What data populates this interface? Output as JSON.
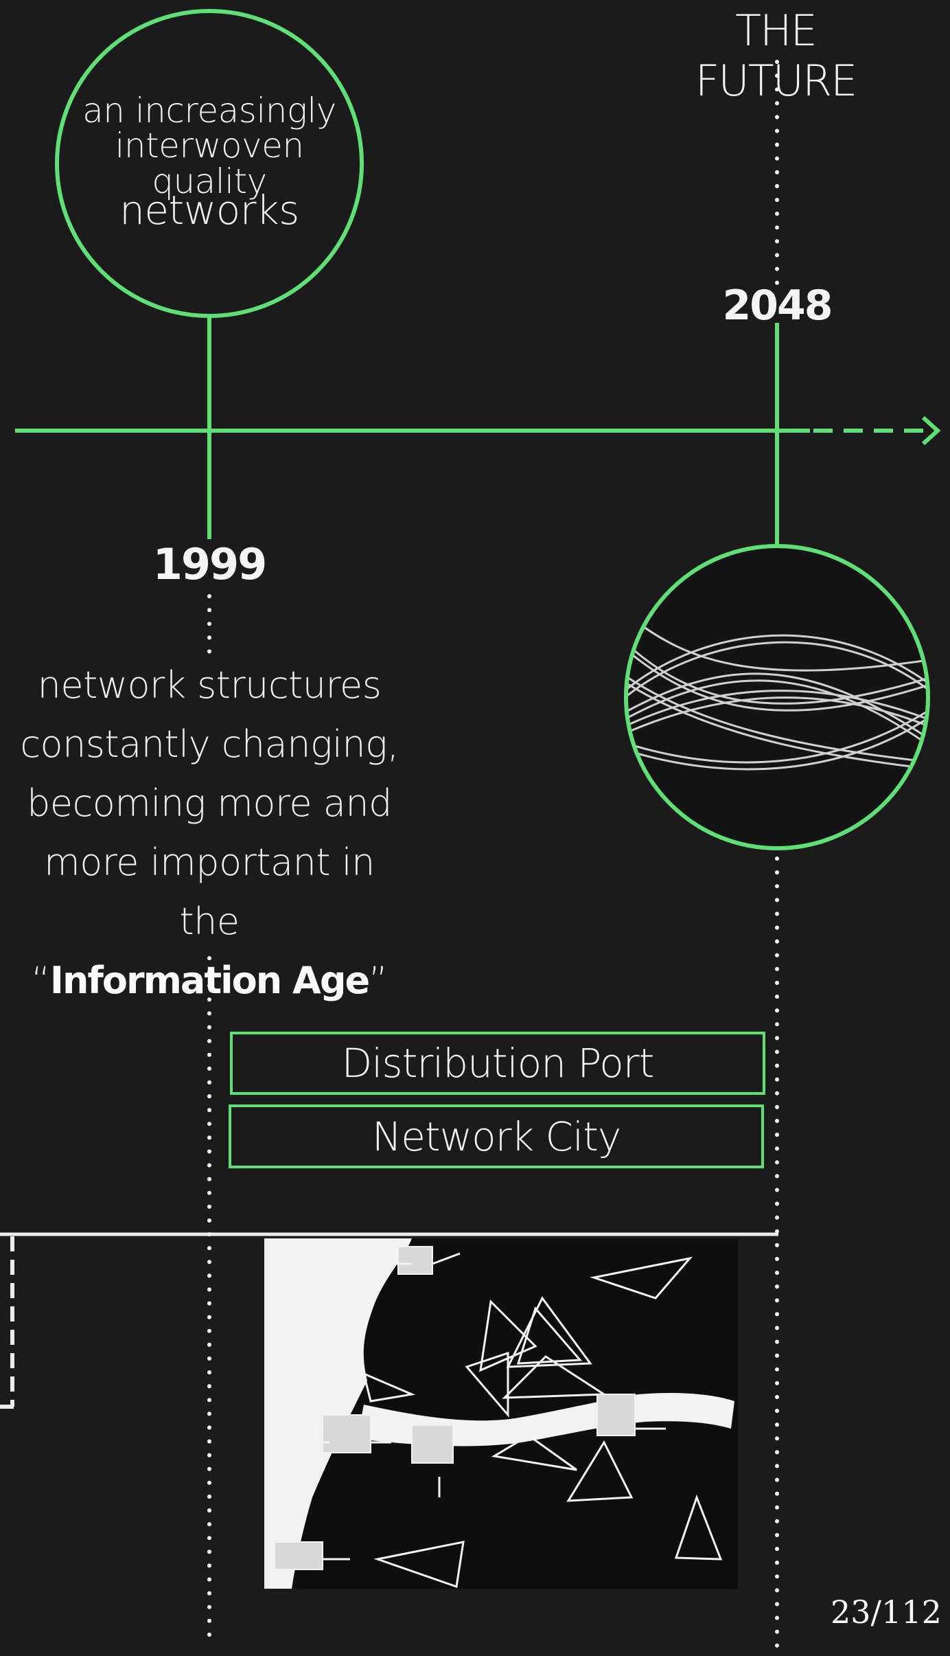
{
  "future_label": "THE FUTURE",
  "circle_top": {
    "line1": "an increasingly",
    "line2": "interwoven quality",
    "line3": "networks"
  },
  "years": {
    "past": "1999",
    "future": "2048"
  },
  "description": {
    "lines": [
      "network structures",
      "constantly changing,",
      "becoming more and",
      "more important in the"
    ],
    "quote_open": "“",
    "emphasis": "Information Age",
    "quote_close": "”"
  },
  "boxes": {
    "distribution_port": "Distribution Port",
    "network_city": "Network City"
  },
  "page_number": "23/112",
  "colors": {
    "background": "#1b1b1b",
    "accent": "#5fe077",
    "text": "#f2f2f2"
  }
}
